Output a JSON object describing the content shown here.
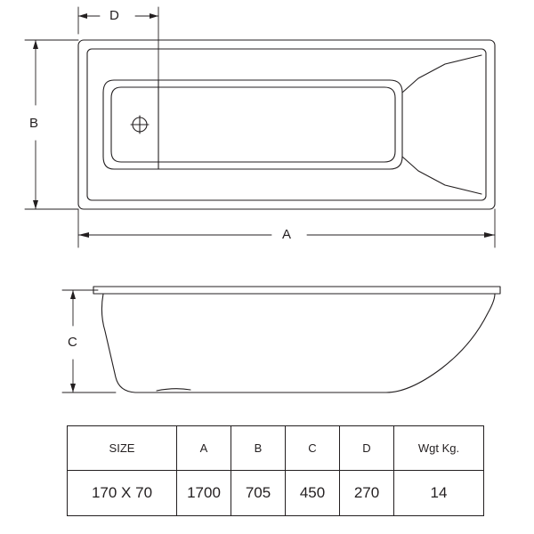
{
  "diagram": {
    "title": "bathtub-technical-drawing",
    "dimension_labels": {
      "a": "A",
      "b": "B",
      "c": "C",
      "d": "D"
    },
    "line_color": "#231f20",
    "background_color": "#ffffff"
  },
  "spec_table": {
    "headers": [
      "SIZE",
      "A",
      "B",
      "C",
      "D",
      "Wgt Kg."
    ],
    "rows": [
      [
        "170 X 70",
        "1700",
        "705",
        "450",
        "270",
        "14"
      ]
    ]
  }
}
